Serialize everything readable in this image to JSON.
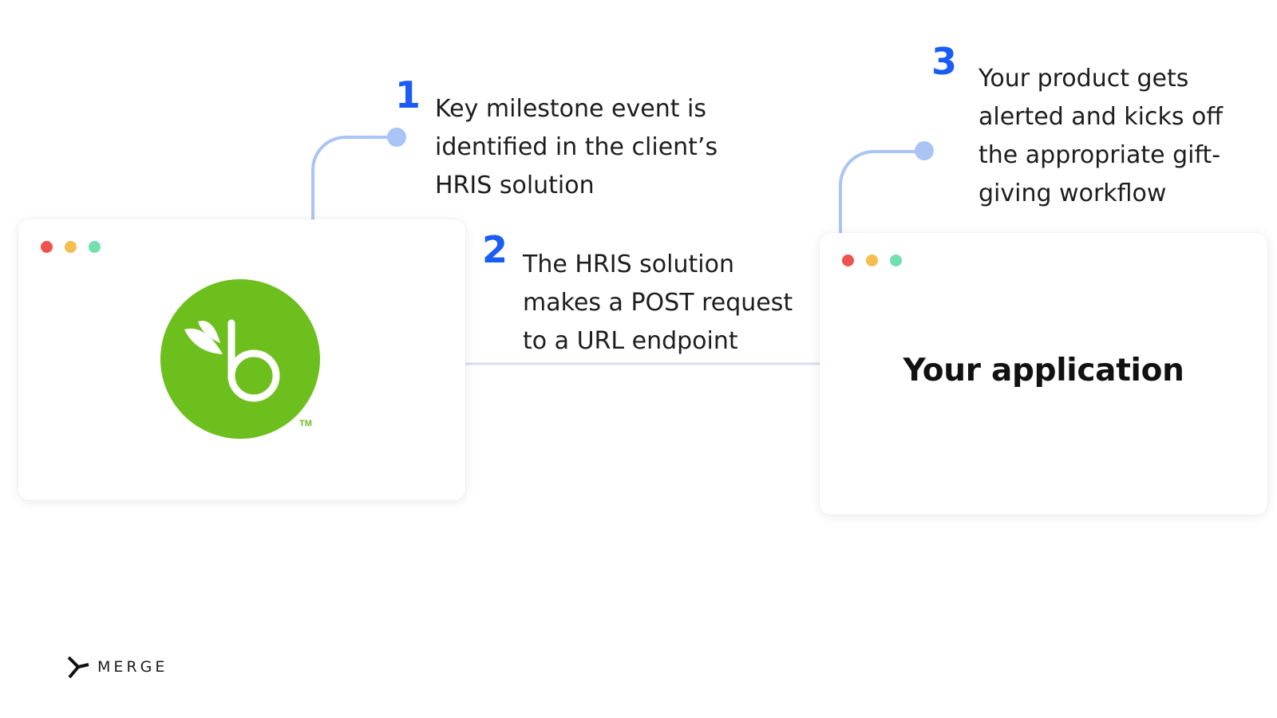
{
  "steps": [
    {
      "number": "1",
      "lines": [
        "Key milestone event is",
        "identified in the client’s",
        "HRIS solution"
      ]
    },
    {
      "number": "2",
      "lines": [
        "The HRIS solution",
        "makes a POST request",
        "to a URL endpoint"
      ]
    },
    {
      "number": "3",
      "lines": [
        "Your product gets",
        "alerted and kicks off",
        "the appropriate gift-",
        "giving workflow"
      ]
    }
  ],
  "windows": {
    "hris": {
      "logo_icon": "bamboohr-logo-icon",
      "logo_mark": "TM"
    },
    "application": {
      "title": "Your application"
    }
  },
  "brand": {
    "name": "MERGE",
    "icon": "merge-logo-icon"
  },
  "colors": {
    "step_number": "#1a5cf5",
    "connector": "#a9c4f5",
    "window_dot_red": "#ef5350",
    "window_dot_yellow": "#f6bd4f",
    "window_dot_green": "#72e0ae",
    "logo_green": "#6dbf1e"
  }
}
